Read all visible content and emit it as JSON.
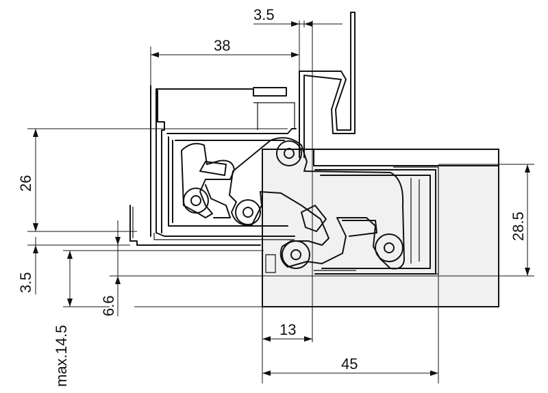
{
  "dimensions": {
    "top_gap": "3.5",
    "body_depth": "38",
    "left_height": "26",
    "left_offset": "3.5",
    "vertical_offset": "6.6",
    "max_depth": "max.14.5",
    "bottom_offset": "13",
    "bottom_width": "45",
    "right_height": "28.5"
  }
}
